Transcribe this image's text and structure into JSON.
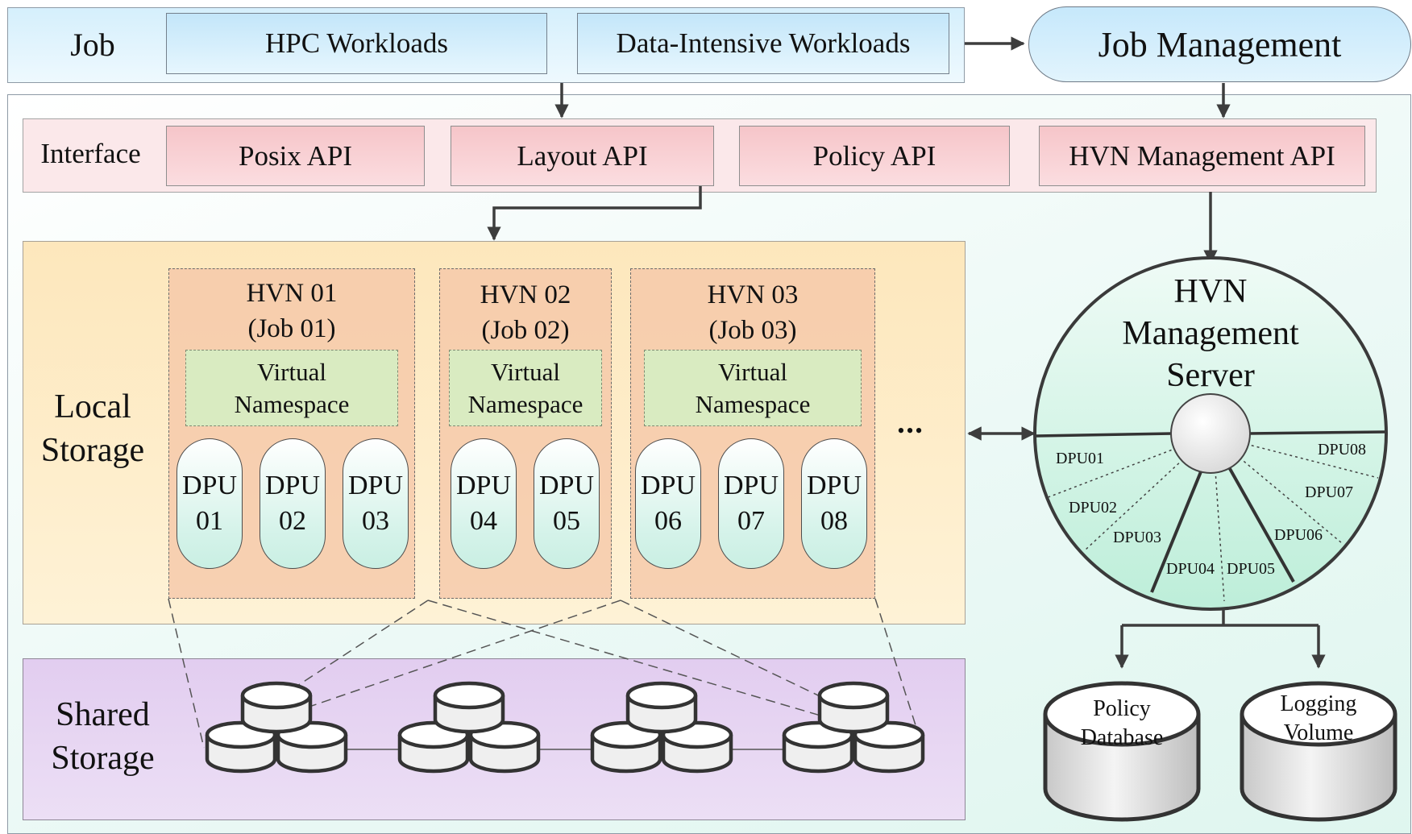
{
  "job": {
    "label": "Job",
    "workloads": [
      "HPC Workloads",
      "Data-Intensive Workloads"
    ],
    "management": "Job Management"
  },
  "interface": {
    "label": "Interface",
    "apis": [
      "Posix API",
      "Layout API",
      "Policy API",
      "HVN Management API"
    ]
  },
  "local_storage": {
    "label_line1": "Local",
    "label_line2": "Storage",
    "hvns": [
      {
        "name": "HVN 01",
        "job": "(Job 01)",
        "ns_line1": "Virtual",
        "ns_line2": "Namespace",
        "dpus": [
          {
            "a": "DPU",
            "b": "01"
          },
          {
            "a": "DPU",
            "b": "02"
          },
          {
            "a": "DPU",
            "b": "03"
          }
        ]
      },
      {
        "name": "HVN 02",
        "job": "(Job 02)",
        "ns_line1": "Virtual",
        "ns_line2": "Namespace",
        "dpus": [
          {
            "a": "DPU",
            "b": "04"
          },
          {
            "a": "DPU",
            "b": "05"
          }
        ]
      },
      {
        "name": "HVN 03",
        "job": "(Job 03)",
        "ns_line1": "Virtual",
        "ns_line2": "Namespace",
        "dpus": [
          {
            "a": "DPU",
            "b": "06"
          },
          {
            "a": "DPU",
            "b": "07"
          },
          {
            "a": "DPU",
            "b": "08"
          }
        ]
      }
    ],
    "ellipsis": "•••"
  },
  "shared_storage": {
    "label_line1": "Shared",
    "label_line2": "Storage"
  },
  "server": {
    "title_line1": "HVN",
    "title_line2": "Management",
    "title_line3": "Server",
    "sectors": [
      "DPU01",
      "DPU02",
      "DPU03",
      "DPU04",
      "DPU05",
      "DPU06",
      "DPU07",
      "DPU08"
    ]
  },
  "databases": [
    {
      "line1": "Policy",
      "line2": "Database"
    },
    {
      "line1": "Logging",
      "line2": "Volume"
    }
  ],
  "colors": {
    "job_band": "#d5effc",
    "interface_band": "#fbe8ea",
    "api_box": "#f6c5c9",
    "local_storage": "#fde7bc",
    "shared_storage": "#e2cdf0",
    "hvn_box": "#f5c6a8",
    "namespace": "#d9ebc1",
    "dpu": "#d6f3ea",
    "server": "#ccf2e3"
  }
}
